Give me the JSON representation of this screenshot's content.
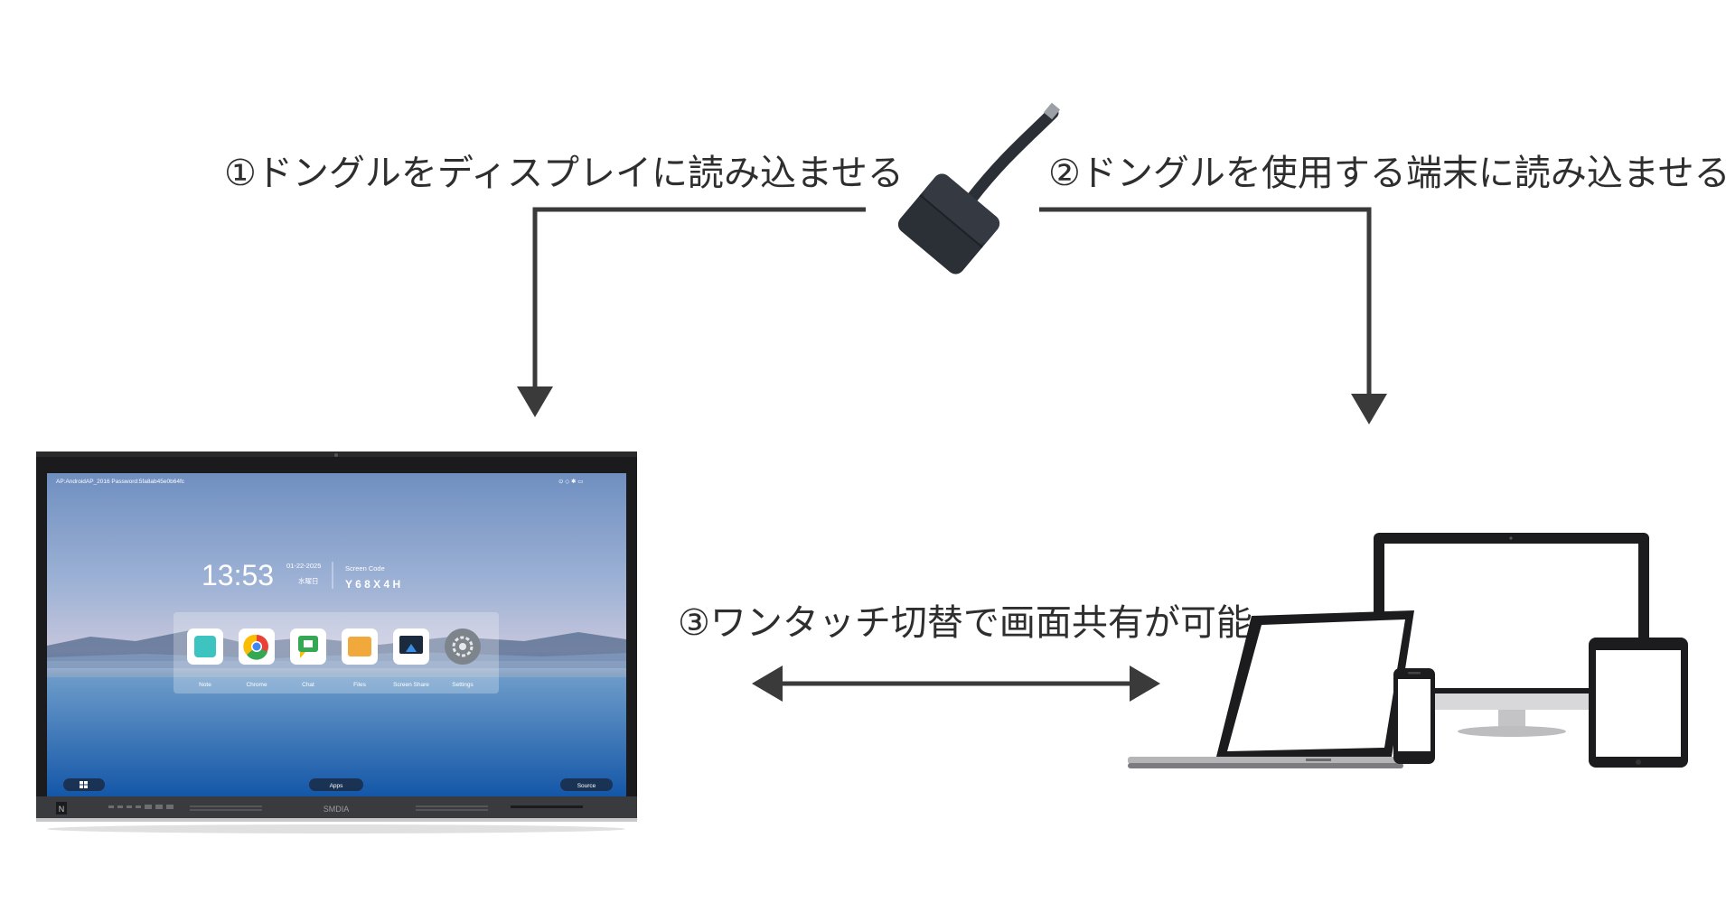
{
  "diagram": {
    "steps": [
      {
        "label": "①ドングルをディスプレイに読み込ませる"
      },
      {
        "label": "②ドングルを使用する端末に読み込ませる"
      },
      {
        "label": "③ワンタッチ切替で画面共有が可能"
      }
    ]
  },
  "display": {
    "status_left": "AP:AndroidAP_2016   Password:5fa8ab45e0b64fc",
    "clock": "13:53",
    "date": "01-22-2025",
    "weekday": "水曜日",
    "screen_code_label": "Screen Code",
    "screen_code": "Y 6 8 X 4 H",
    "apps": [
      {
        "label": "Note",
        "icon": "note-icon"
      },
      {
        "label": "Chrome",
        "icon": "chrome-icon"
      },
      {
        "label": "Chat",
        "icon": "chat-icon"
      },
      {
        "label": "Files",
        "icon": "files-icon"
      },
      {
        "label": "Screen Share",
        "icon": "screen-share-icon"
      },
      {
        "label": "Settings",
        "icon": "gear-icon"
      }
    ],
    "bottom_bar": {
      "apps_button": "Apps",
      "source_button": "Source"
    },
    "brand": "SMDIA"
  },
  "colors": {
    "arrow": "#3a3a3a",
    "text": "#2e2e2e",
    "dongle": "#2b2f36"
  }
}
